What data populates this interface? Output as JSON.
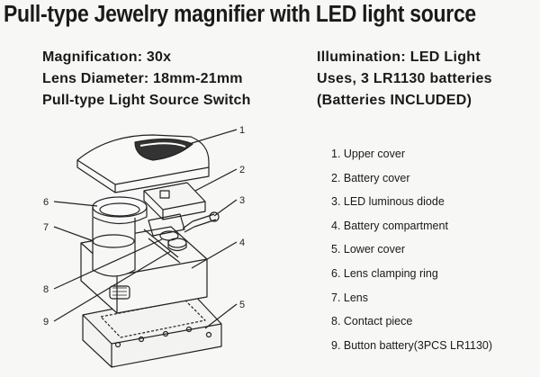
{
  "title": "Pull-type Jewelry magnifier with LED light source",
  "specs": {
    "magnification": "Magnificatıon: 30x",
    "lens_diameter": "Lens Diameter: 18mm-21mm",
    "switch": "Pull-type Light Source Switch"
  },
  "illumination": {
    "line1": "Illumination: LED Light",
    "line2": "Uses, 3 LR1130 batteries",
    "line3": "(Batteries INCLUDED)"
  },
  "parts": [
    "1. Upper cover",
    "2. Battery cover",
    "3. LED luminous diode",
    "4. Battery compartment",
    "5. Lower cover",
    "6. Lens clamping ring",
    "7. Lens",
    "8. Contact piece",
    "9. Button battery(3PCS LR1130)"
  ],
  "callouts": [
    "1",
    "2",
    "3",
    "4",
    "5",
    "6",
    "7",
    "8",
    "9"
  ]
}
